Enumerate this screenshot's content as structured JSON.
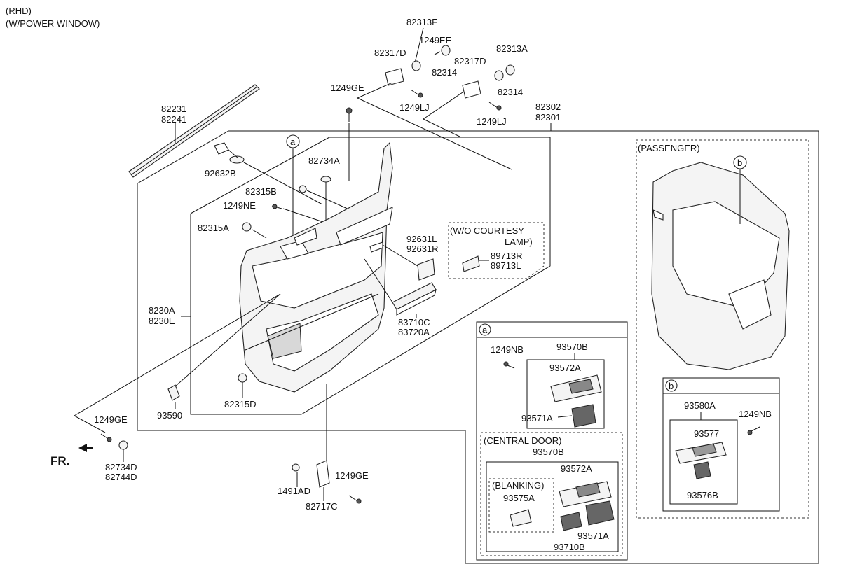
{
  "header": {
    "line1": "(RHD)",
    "line2": "(W/POWER WINDOW)"
  },
  "labels": {
    "l82313F": "82313F",
    "l1249EE": "1249EE",
    "l82317D_a": "82317D",
    "l82314_a": "82314",
    "l82317D_b": "82317D",
    "l82313A": "82313A",
    "l82314_b": "82314",
    "l1249GE_top": "1249GE",
    "l1249LJ_a": "1249LJ",
    "l1249LJ_b": "1249LJ",
    "l82302": "82302",
    "l82301": "82301",
    "l82231": "82231",
    "l82241": "82241",
    "l92632B": "92632B",
    "l82734A": "82734A",
    "l82315B": "82315B",
    "l1249NE": "1249NE",
    "l82315A": "82315A",
    "l92631L": "92631L",
    "l92631R": "92631R",
    "l8230A": "8230A",
    "l8230E": "8230E",
    "l83710C": "83710C",
    "l83720A": "83720A",
    "l82315D": "82315D",
    "l93590": "93590",
    "l1249GE_left": "1249GE",
    "l82734D": "82734D",
    "l82744D": "82744D",
    "l1491AD": "1491AD",
    "l1249GE_bot": "1249GE",
    "l82717C": "82717C",
    "fr": "FR.",
    "callout_a": "a",
    "callout_b": "b"
  },
  "wo_courtesy": {
    "title1": "(W/O COURTESY",
    "title2": "LAMP)",
    "l89713R": "89713R",
    "l89713L": "89713L"
  },
  "passenger": {
    "title": "(PASSENGER)",
    "callout": "b"
  },
  "box_a": {
    "tag": "a",
    "l1249NB": "1249NB",
    "l93570B": "93570B",
    "l93572A": "93572A",
    "l93571A": "93571A"
  },
  "central_door": {
    "title": "(CENTRAL DOOR)",
    "l93570B": "93570B",
    "l93572A": "93572A",
    "blanking": "(BLANKING)",
    "l93575A": "93575A",
    "l93710B": "93710B",
    "l93571A": "93571A"
  },
  "box_b": {
    "tag": "b",
    "l93580A": "93580A",
    "l1249NB": "1249NB",
    "l93577": "93577",
    "l93576B": "93576B"
  }
}
